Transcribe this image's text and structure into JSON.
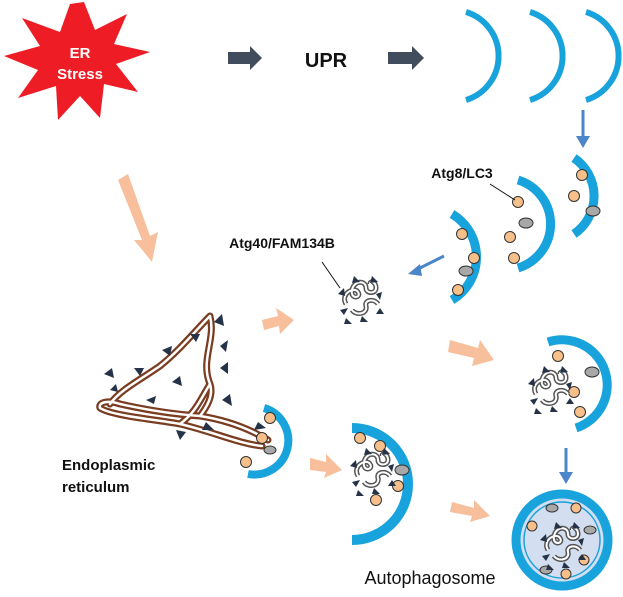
{
  "diagram": {
    "er_stress_label_line1": "ER",
    "er_stress_label_line2": "Stress",
    "upr_label": "UPR",
    "receptor_label": "Atg40/FAM134B",
    "lc3_label": "Atg8/LC3",
    "er_label_line1": "Endoplasmic",
    "er_label_line2": "reticulum",
    "autophagosome_label": "Autophagosome"
  },
  "colors": {
    "starburst": "#ee1c25",
    "membrane": "#19a3dc",
    "dark_arrow": "#414c5c",
    "pale_arrow": "#f7bf9b",
    "blue_arrow": "#4a86c8",
    "atg8_dot": "#f7c08a",
    "grey_oval": "#a8a8a8",
    "er_tube": "#7a3d22",
    "receptor_triangle": "#253247",
    "autophagosome_lumen": "#d3dff0"
  }
}
